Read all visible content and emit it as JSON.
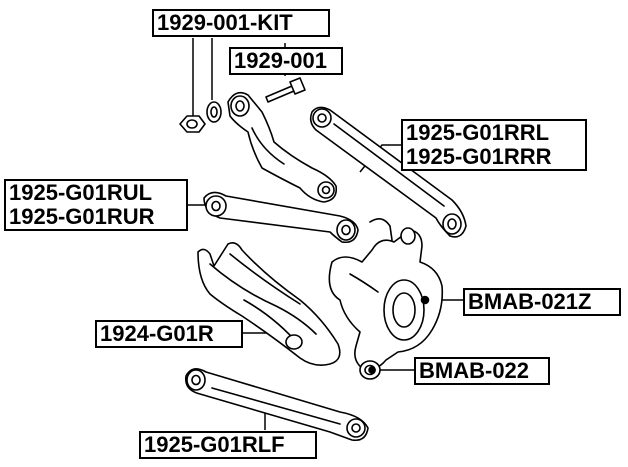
{
  "labels": {
    "kit": "1929-001-KIT",
    "bolt": "1929-001",
    "rear_right": [
      "1925-G01RRL",
      "1925-G01RRR"
    ],
    "rear_upper": [
      "1925-G01RUL",
      "1925-G01RUR"
    ],
    "bushing_z": "BMAB-021Z",
    "lower_arm": "1924-G01R",
    "bushing": "BMAB-022",
    "lower_front": "1925-G01RLF"
  },
  "colors": {
    "line": "#000000",
    "part_fill": "#ffffff",
    "label_border": "#000000"
  }
}
